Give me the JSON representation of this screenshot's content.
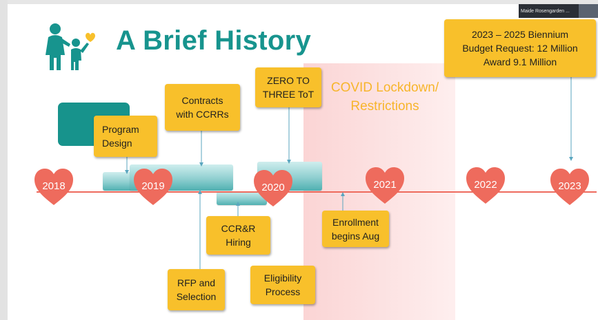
{
  "meeting": {
    "participant_name": "Maide Rosengarden ..."
  },
  "slide": {
    "title": "A Brief History",
    "covid_label": "COVID Lockdown/\nRestrictions",
    "callouts": {
      "program_design": "Program\nDesign",
      "contracts": "Contracts\nwith CCRRs",
      "zero_to_three": "ZERO TO\nTHREE ToT",
      "biennium": "2023 – 2025 Biennium\nBudget Request: 12 Million\nAward 9.1 Million",
      "ccrr_hiring": "CCR&R\nHiring",
      "rfp": "RFP and\nSelection",
      "eligibility": "Eligibility\nProcess",
      "enrollment": "Enrollment\nbegins Aug"
    },
    "years": [
      "2018",
      "2019",
      "2020",
      "2021",
      "2022",
      "2023"
    ]
  },
  "colors": {
    "teal": "#17948e",
    "heart": "#ee6b5d",
    "callout_yellow": "#f8c02b",
    "covid_text": "#f7b52b"
  },
  "icons": {
    "logo": "parent-child-heart-logo",
    "year_marker": "heart-icon"
  }
}
